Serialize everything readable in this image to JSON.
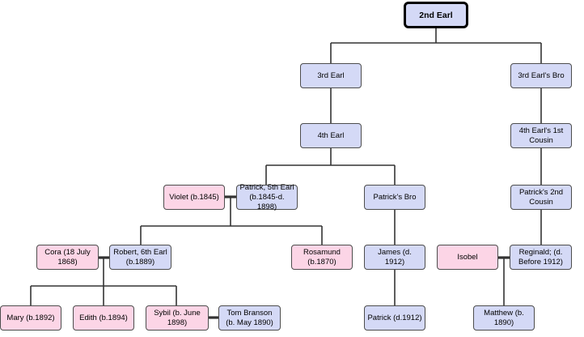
{
  "colors": {
    "male": "#d4d9f6",
    "female": "#fcd5e6",
    "line": "#333333"
  },
  "people": {
    "p2nd_earl": "2nd Earl",
    "p3rd_earl": "3rd Earl",
    "p3rd_earl_bro": "3rd Earl's Bro",
    "p4th_earl": "4th Earl",
    "p4th_earl_cousin": "4th Earl's 1st Cousin",
    "violet": "Violet (b.1845)",
    "patrick_5th": "Patrick, 5th Earl (b.1845-d. 1898)",
    "patrick_bro": "Patrick's Bro",
    "patrick_2nd_cousin": "Patrick's 2nd Cousin",
    "cora": "Cora (18 July 1868)",
    "robert": "Robert, 6th Earl (b.1889)",
    "rosamund": "Rosamund (b.1870)",
    "james": "James (d. 1912)",
    "isobel": "Isobel",
    "reginald": "Reginald; (d. Before 1912)",
    "mary": "Mary (b.1892)",
    "edith": "Edith (b.1894)",
    "sybil": "Sybil (b. June 1898)",
    "tom": "Tom Branson (b. May 1890)",
    "patrick_1912": "Patrick (d.1912)",
    "matthew": "Matthew (b. 1890)"
  }
}
